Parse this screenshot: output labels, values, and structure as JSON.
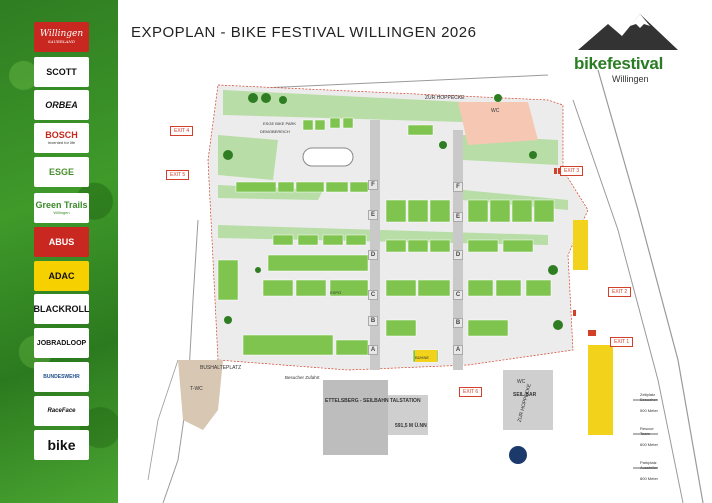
{
  "title": "EXPOPLAN - BIKE FESTIVAL WILLINGEN 2026",
  "brand": {
    "word_a": "bike",
    "word_b": "festival",
    "sub": "Willingen"
  },
  "sponsors": [
    {
      "name": "Willingen",
      "sub": "SAUERLAND"
    },
    {
      "name": "SCOTT",
      "sub": ""
    },
    {
      "name": "ORBEA",
      "sub": ""
    },
    {
      "name": "BOSCH",
      "sub": "Invented for life"
    },
    {
      "name": "ESGE",
      "sub": ""
    },
    {
      "name": "Green Trails",
      "sub": "Willingen"
    },
    {
      "name": "ABUS",
      "sub": ""
    },
    {
      "name": "ADAC",
      "sub": ""
    },
    {
      "name": "BLACKROLL",
      "sub": ""
    },
    {
      "name": "JOBRADLOOP",
      "sub": ""
    },
    {
      "name": "BUNDESWEHR",
      "sub": ""
    },
    {
      "name": "RaceFace",
      "sub": ""
    },
    {
      "name": "bike",
      "sub": ""
    }
  ],
  "map": {
    "street_top": "ZUR HOPPECKE",
    "street_right": "ZUR HOPPECKE",
    "bus_stop": "BUSHALTEPLATZ",
    "visitor_sign": "Besucher Zufahrt",
    "station_name": "ETTELSBERG - SEILBAHN TALSTATION",
    "station_alt": "591,5 M Ü.NN",
    "bar": "SEIL BAR",
    "wc_top": "WC",
    "wc_bottom": "WC",
    "twc": "T-WC",
    "exits": [
      "EXIT 1",
      "EXIT 2",
      "EXIT 3",
      "EXIT 4",
      "EXIT 5",
      "EXIT 6"
    ],
    "row_markers_left": [
      "A",
      "B",
      "C",
      "D",
      "E",
      "F"
    ],
    "row_markers_right": [
      "A",
      "B",
      "C",
      "D",
      "E",
      "F"
    ],
    "area_labels": {
      "pumptrack": "ESGE BIKE PARK",
      "arena": "DEMOBEREICH",
      "stage": "BÜHNE",
      "expo": "EXPO"
    }
  },
  "legend": [
    {
      "title": "Zeltplatz",
      "sub": "Besucher",
      "dist": "500 Meter"
    },
    {
      "title": "Rescue",
      "sub": "Team",
      "dist": "600 Meter"
    },
    {
      "title": "Parkplatz",
      "sub": "Aussteller",
      "dist": "800 Meter"
    }
  ],
  "colors": {
    "stand_green": "#7ec44e",
    "grass": "#b8dda6",
    "path": "#d9d9d9",
    "exit_red": "#d2402a",
    "yellow": "#f2d21b"
  }
}
